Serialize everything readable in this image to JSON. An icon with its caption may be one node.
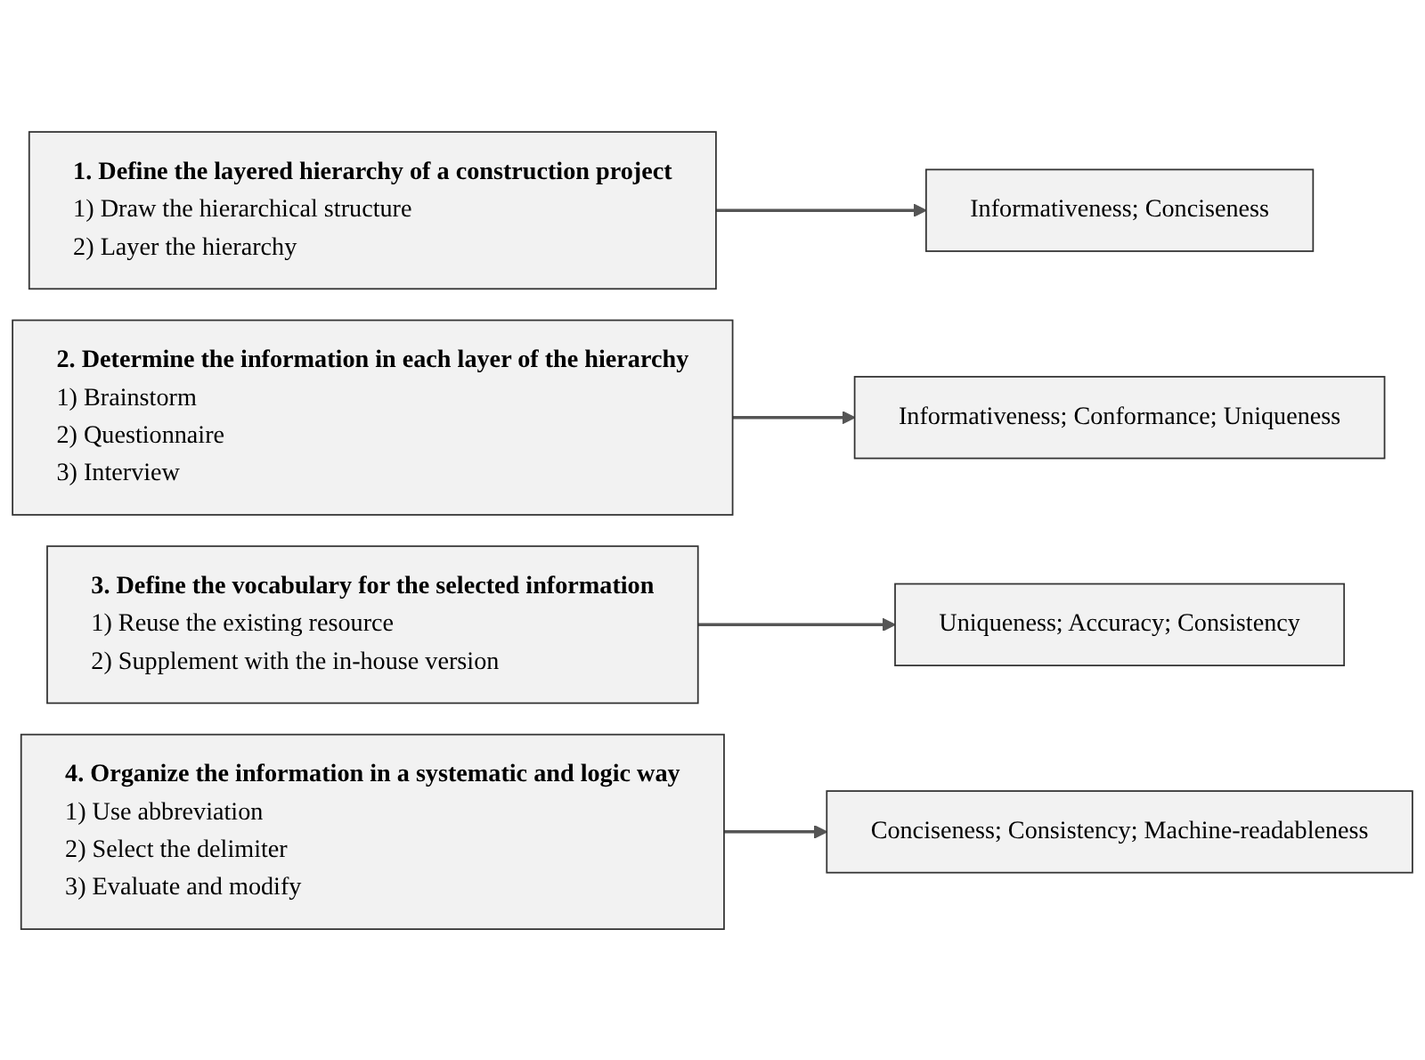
{
  "diagram": {
    "nodes": [
      {
        "text": [
          "1. Define the layered hierarchy of a construction project",
          "1) Draw the hierarchical structure",
          "2) Layer the hierarchy"
        ]
      },
      {
        "text": [
          "Informativeness; Conciseness"
        ]
      },
      {
        "text": [
          "2. Determine the information in each layer of the hierarchy",
          "1) Brainstorm",
          "2) Questionnaire",
          "3) Interview"
        ]
      },
      {
        "text": [
          "Informativeness; Conformance; Uniqueness"
        ]
      },
      {
        "text": [
          "3. Define the vocabulary for the selected information",
          "1) Reuse the existing resource",
          "2) Supplement with the in-house version"
        ]
      },
      {
        "text": [
          "Uniqueness; Accuracy; Consistency"
        ]
      },
      {
        "text": [
          "4. Organize the information in a systematic and logic way",
          "1) Use abbreviation",
          "2) Select the delimiter",
          "3) Evaluate and modify"
        ]
      },
      {
        "text": [
          "Conciseness; Consistency; Machine-readableness"
        ]
      }
    ],
    "edges": [
      {
        "from": 0,
        "to": 1,
        "arrow": "to"
      },
      {
        "from": 2,
        "to": 3,
        "arrow": "to"
      },
      {
        "from": 4,
        "to": 5,
        "arrow": "to"
      },
      {
        "from": 6,
        "to": 7,
        "arrow": "to"
      }
    ]
  }
}
